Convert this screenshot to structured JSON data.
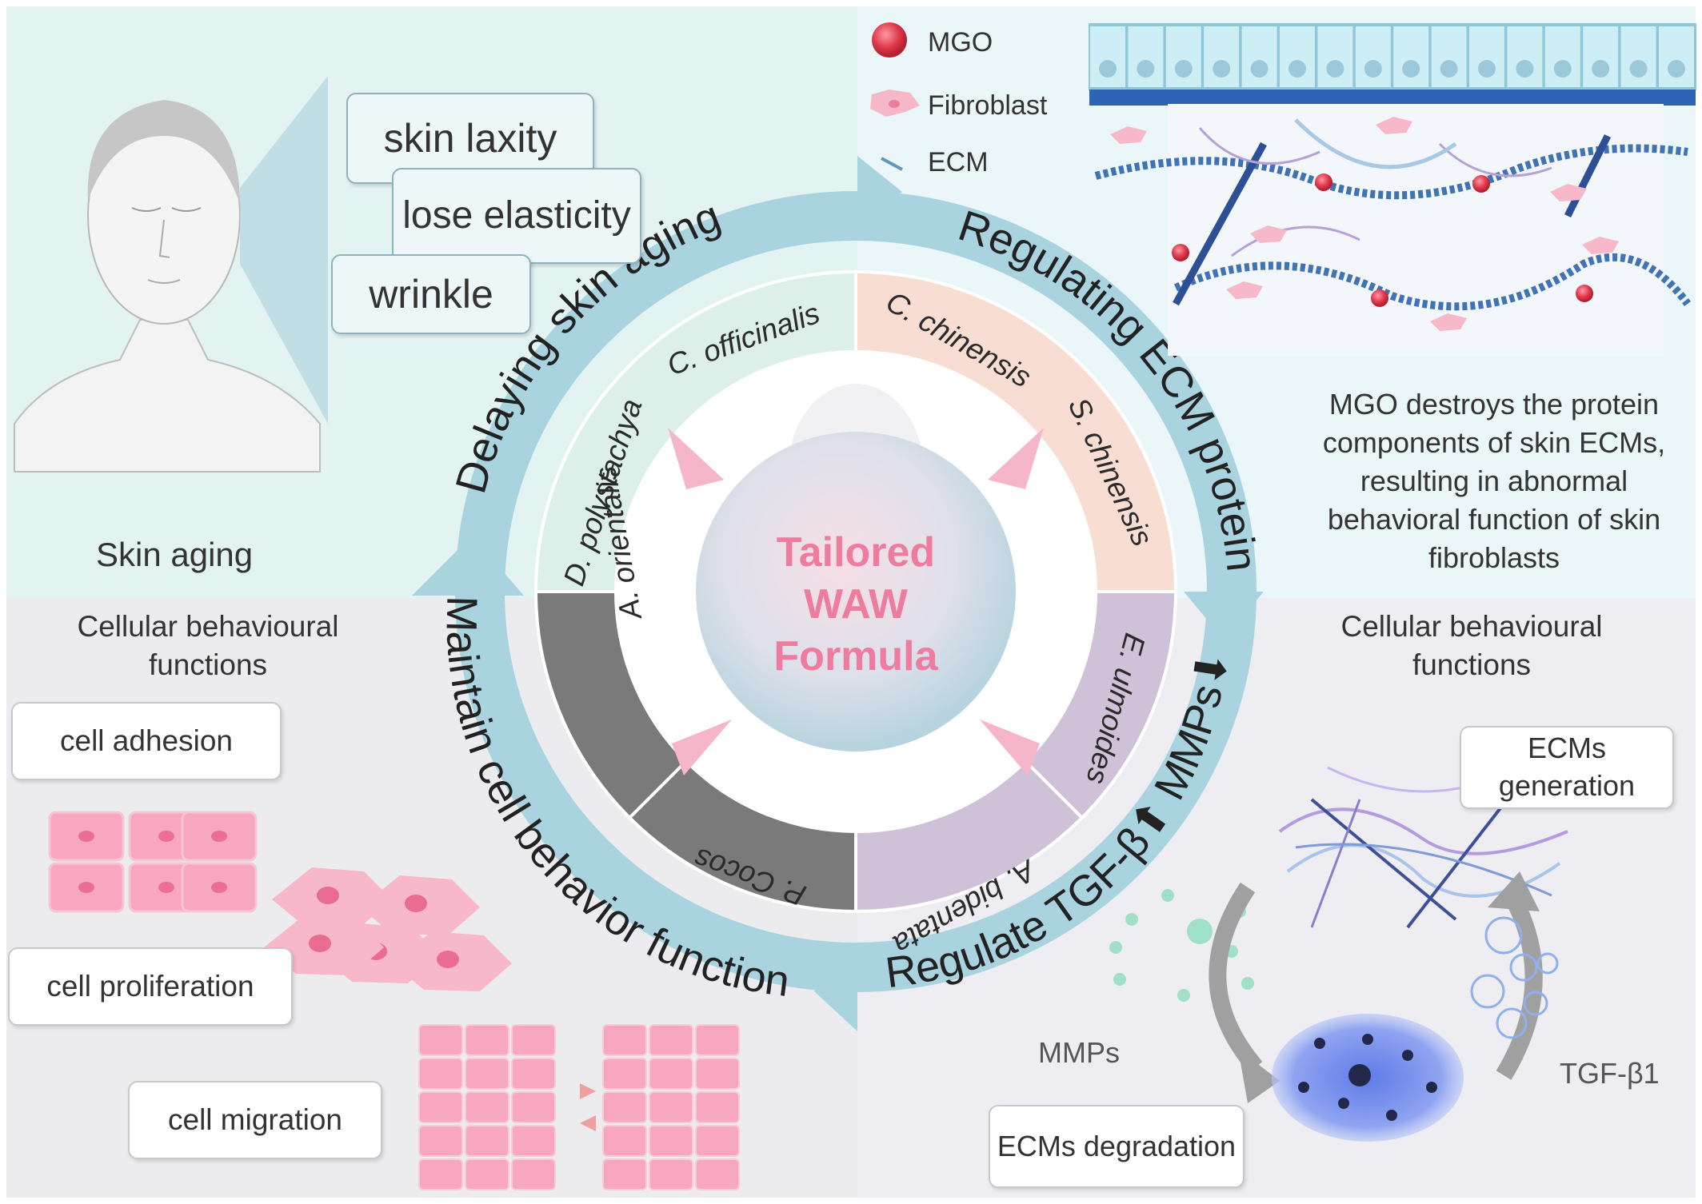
{
  "center": {
    "line1": "Tailored",
    "line2": "WAW",
    "line3": "Formula"
  },
  "ring_titles": {
    "top_left": "Delaying skin aging",
    "top_right": "Regulating ECM proteins",
    "bottom_right": "Regulate TGF-β⬆ MMPs⬇",
    "bottom_left": "Maintain cell behavior function"
  },
  "herbs": {
    "c_officinalis": "C. officinalis",
    "d_polystachya": "D. polystachya",
    "c_chinensis": "C. chinensis",
    "s_chinensis": "S. chinensis",
    "e_ulmoides": "E. ulmoides",
    "a_bidentata": "A. bidentata",
    "p_cocos": "P. Cocos",
    "a_orientalis": "A. orientalis"
  },
  "segment_colors": {
    "top_left": "#dcefe9",
    "top_right": "#f8ddd2",
    "bottom_right": "#cfc2d8",
    "bottom_left": "#7a7a7a"
  },
  "skin_aging": {
    "caption": "Skin aging",
    "symptoms": [
      "skin laxity",
      "lose elasticity",
      "wrinkle"
    ]
  },
  "legend": [
    {
      "label": "MGO",
      "icon": "red-sphere-icon"
    },
    {
      "label": "Fibroblast",
      "icon": "fibroblast-icon"
    },
    {
      "label": "ECM",
      "icon": "ecm-fiber-icon"
    }
  ],
  "mgo_description": "MGO destroys the protein components of skin ECMs, resulting in abnormal behavioral function of skin fibroblasts",
  "cellular_left": {
    "title": "Cellular behavioural functions",
    "items": [
      "cell adhesion",
      "cell proliferation",
      "cell migration"
    ]
  },
  "cellular_right": {
    "title": "Cellular behavioural functions",
    "ecm_generation": "ECMs generation",
    "ecm_degradation": "ECMs degradation",
    "mmps_label": "MMPs",
    "tgf_label": "TGF-β1"
  }
}
